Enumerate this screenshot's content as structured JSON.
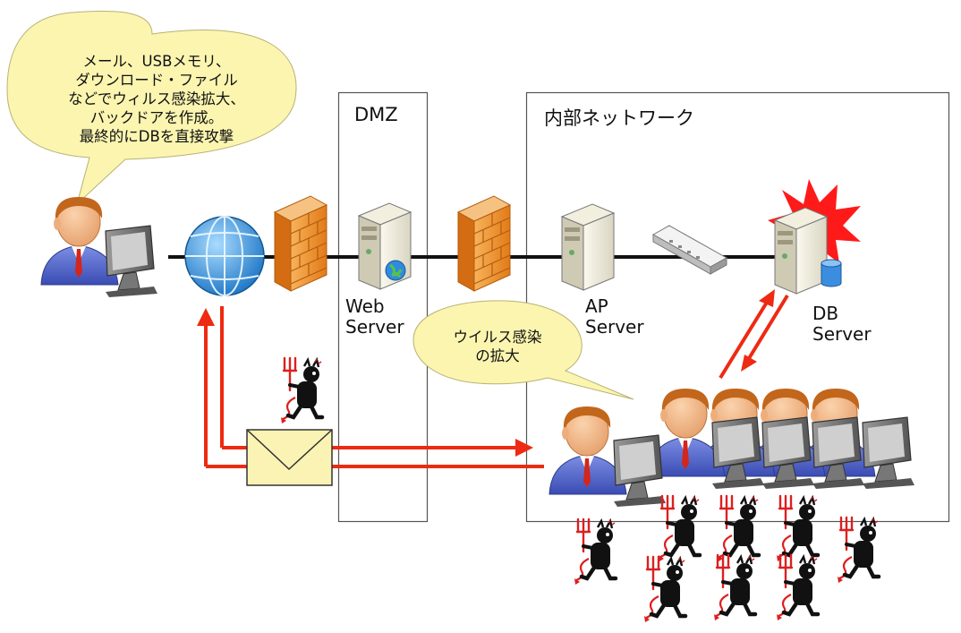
{
  "attacker_bubble": {
    "lines": [
      "メール、USBメモリ、",
      "ダウンロード・ファイル",
      "などでウィルス感染拡大、",
      "バックドアを作成。",
      "最終的にDBを直接攻撃"
    ]
  },
  "zones": {
    "dmz": "DMZ",
    "internal": "内部ネットワーク"
  },
  "servers": {
    "web": [
      "Web",
      "Server"
    ],
    "ap": [
      "AP",
      "Server"
    ],
    "db": [
      "DB",
      "Server"
    ]
  },
  "infection_bubble": {
    "lines": [
      "ウイルス感染",
      "の拡大"
    ]
  },
  "colors": {
    "bubble_fill": "#fbf5b0",
    "arrow": "#ee2a12",
    "firewall": "#f29c37",
    "globe": "#2a86d6",
    "user_shirt": "#4f62c9",
    "user_skin": "#f4b98a",
    "user_hair": "#c2661c",
    "tie": "#d3261c",
    "explosion": "#ff1a1a",
    "devil_body": "#111111",
    "pitchfork": "#dd1f1f"
  },
  "icons": [
    "attacker-icon",
    "internet-globe-icon",
    "firewall-icon",
    "web-server-icon",
    "ap-server-icon",
    "switch-icon",
    "db-server-icon",
    "explosion-icon",
    "email-envelope-icon",
    "virus-devil-icon",
    "infected-user-icon"
  ]
}
